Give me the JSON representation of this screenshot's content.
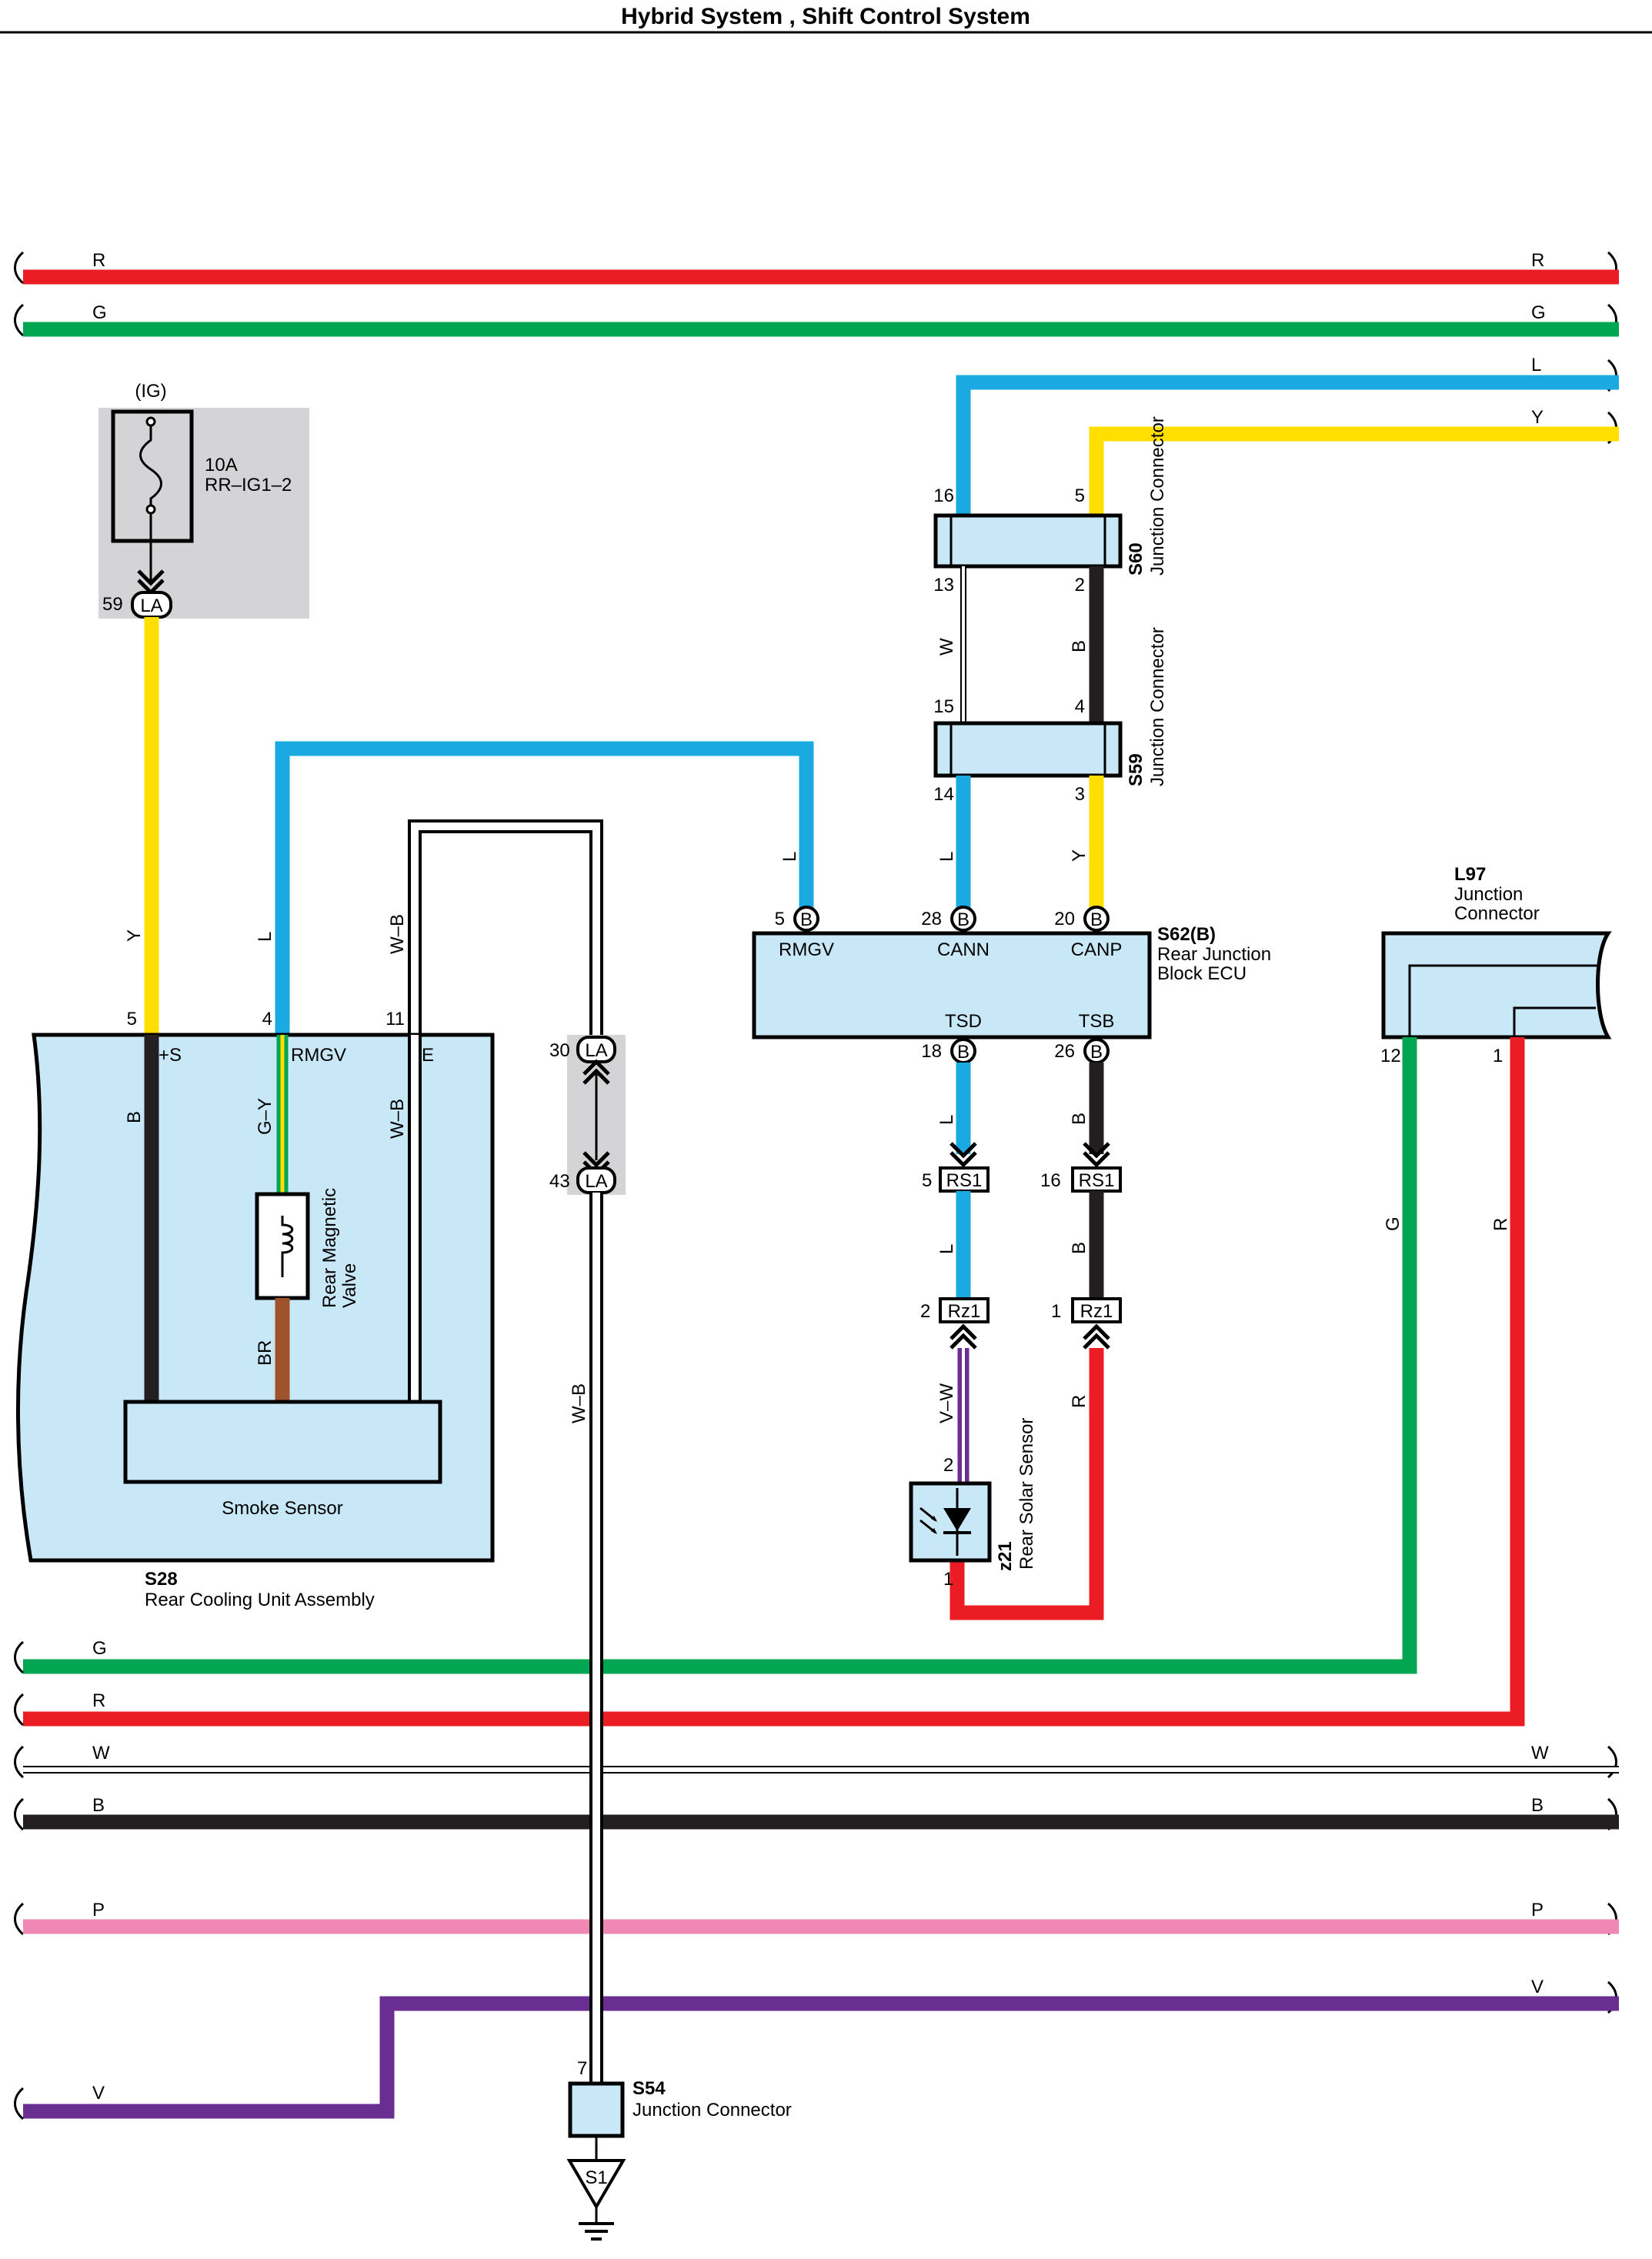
{
  "title": "Hybrid System , Shift Control System",
  "colors": {
    "R": "#ec1c24",
    "G": "#00a651",
    "L": "#1ba9e1",
    "Y": "#ffde00",
    "B": "#231f20",
    "P": "#f088b6",
    "V": "#6a2d91",
    "BR": "#a0522d",
    "box": "#c8e8f8",
    "grey": "#d4d4d6"
  },
  "bus_top": {
    "r": "R",
    "g": "G",
    "l": "L",
    "y": "Y"
  },
  "bus_bottom": {
    "g": "G",
    "r": "R",
    "w": "W",
    "b": "B",
    "p": "P",
    "v": "V"
  },
  "fuse": {
    "circuit": "(IG)",
    "rating": "10A",
    "name": "RR–IG1–2",
    "pin": "59",
    "connector": "LA"
  },
  "s60": {
    "code": "S60",
    "name": "Junction Connector",
    "pins": {
      "p16": "16",
      "p5": "5",
      "p13": "13",
      "p2": "2"
    }
  },
  "s59": {
    "code": "S59",
    "name": "Junction Connector",
    "pins": {
      "p15": "15",
      "p4": "4",
      "p14": "14",
      "p3": "3"
    }
  },
  "s62": {
    "code": "S62(B)",
    "name1": "Rear Junction",
    "name2": "Block ECU",
    "connector": "B",
    "pins": [
      {
        "pin": "5",
        "label": "RMGV"
      },
      {
        "pin": "28",
        "label": "CANN"
      },
      {
        "pin": "20",
        "label": "CANP"
      },
      {
        "pin": "18",
        "label": "TSD"
      },
      {
        "pin": "26",
        "label": "TSB"
      }
    ]
  },
  "l97": {
    "code": "L97",
    "name1": "Junction",
    "name2": "Connector",
    "pin12": "12",
    "pin1": "1"
  },
  "s28": {
    "code": "S28",
    "name": "Rear Cooling Unit Assembly",
    "pins": {
      "p5": "5",
      "p4": "4",
      "p11": "11"
    },
    "terminals": {
      "s": "+S",
      "rmgv": "RMGV",
      "e": "E"
    },
    "valve1": "Rear Magnetic",
    "valve2": "Valve",
    "smoke": "Smoke Sensor"
  },
  "la_junction": {
    "pin30": "30",
    "pin43": "43",
    "connector": "LA"
  },
  "rs1": {
    "connector": "RS1",
    "pin5": "5",
    "pin16": "16"
  },
  "rz1": {
    "connector": "Rz1",
    "pin2": "2",
    "pin1": "1"
  },
  "z21": {
    "code": "z21",
    "name": "Rear Solar Sensor",
    "pin2": "2",
    "pin1": "1"
  },
  "s54": {
    "code": "S54",
    "name": "Junction Connector",
    "pin": "7",
    "ground": "S1"
  },
  "wire_labels": {
    "y_fuse": "Y",
    "l_s28": "L",
    "wb_s28": "W–B",
    "l_ecu": "L",
    "w_s60": "W",
    "b_s60": "B",
    "l_s59": "L",
    "y_s59": "Y",
    "b_s28": "B",
    "gy": "G–Y",
    "br": "BR",
    "wb_inner": "W–B",
    "wb_la": "W–B",
    "l_tsd1": "L",
    "l_tsd2": "L",
    "b_tsb1": "B",
    "b_tsb2": "B",
    "vw": "V–W",
    "r_z21": "R",
    "g_l97": "G",
    "r_l97": "R"
  }
}
